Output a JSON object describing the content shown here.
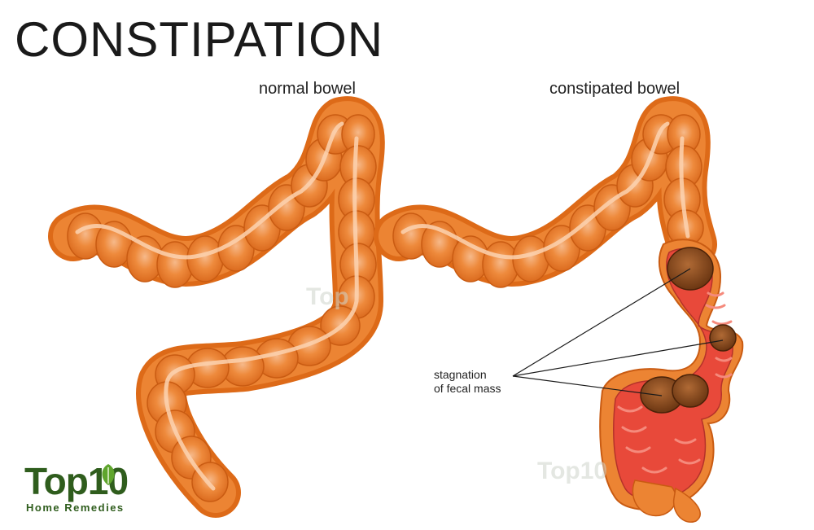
{
  "title": "CONSTIPATION",
  "labels": {
    "normal": "normal bowel",
    "constipated": "constipated bowel",
    "annotation_line1": "stagnation",
    "annotation_line2": "of fecal mass"
  },
  "logo": {
    "main": "Top10",
    "sub": "Home Remedies"
  },
  "colors": {
    "bowel_orange": "#e8731f",
    "bowel_highlight": "#f7c196",
    "bowel_dark": "#c85a10",
    "inner_red": "#e8493a",
    "fecal_brown": "#8a4a1c",
    "logo_green": "#2f5d1d",
    "leaf_green": "#5fa52d"
  }
}
